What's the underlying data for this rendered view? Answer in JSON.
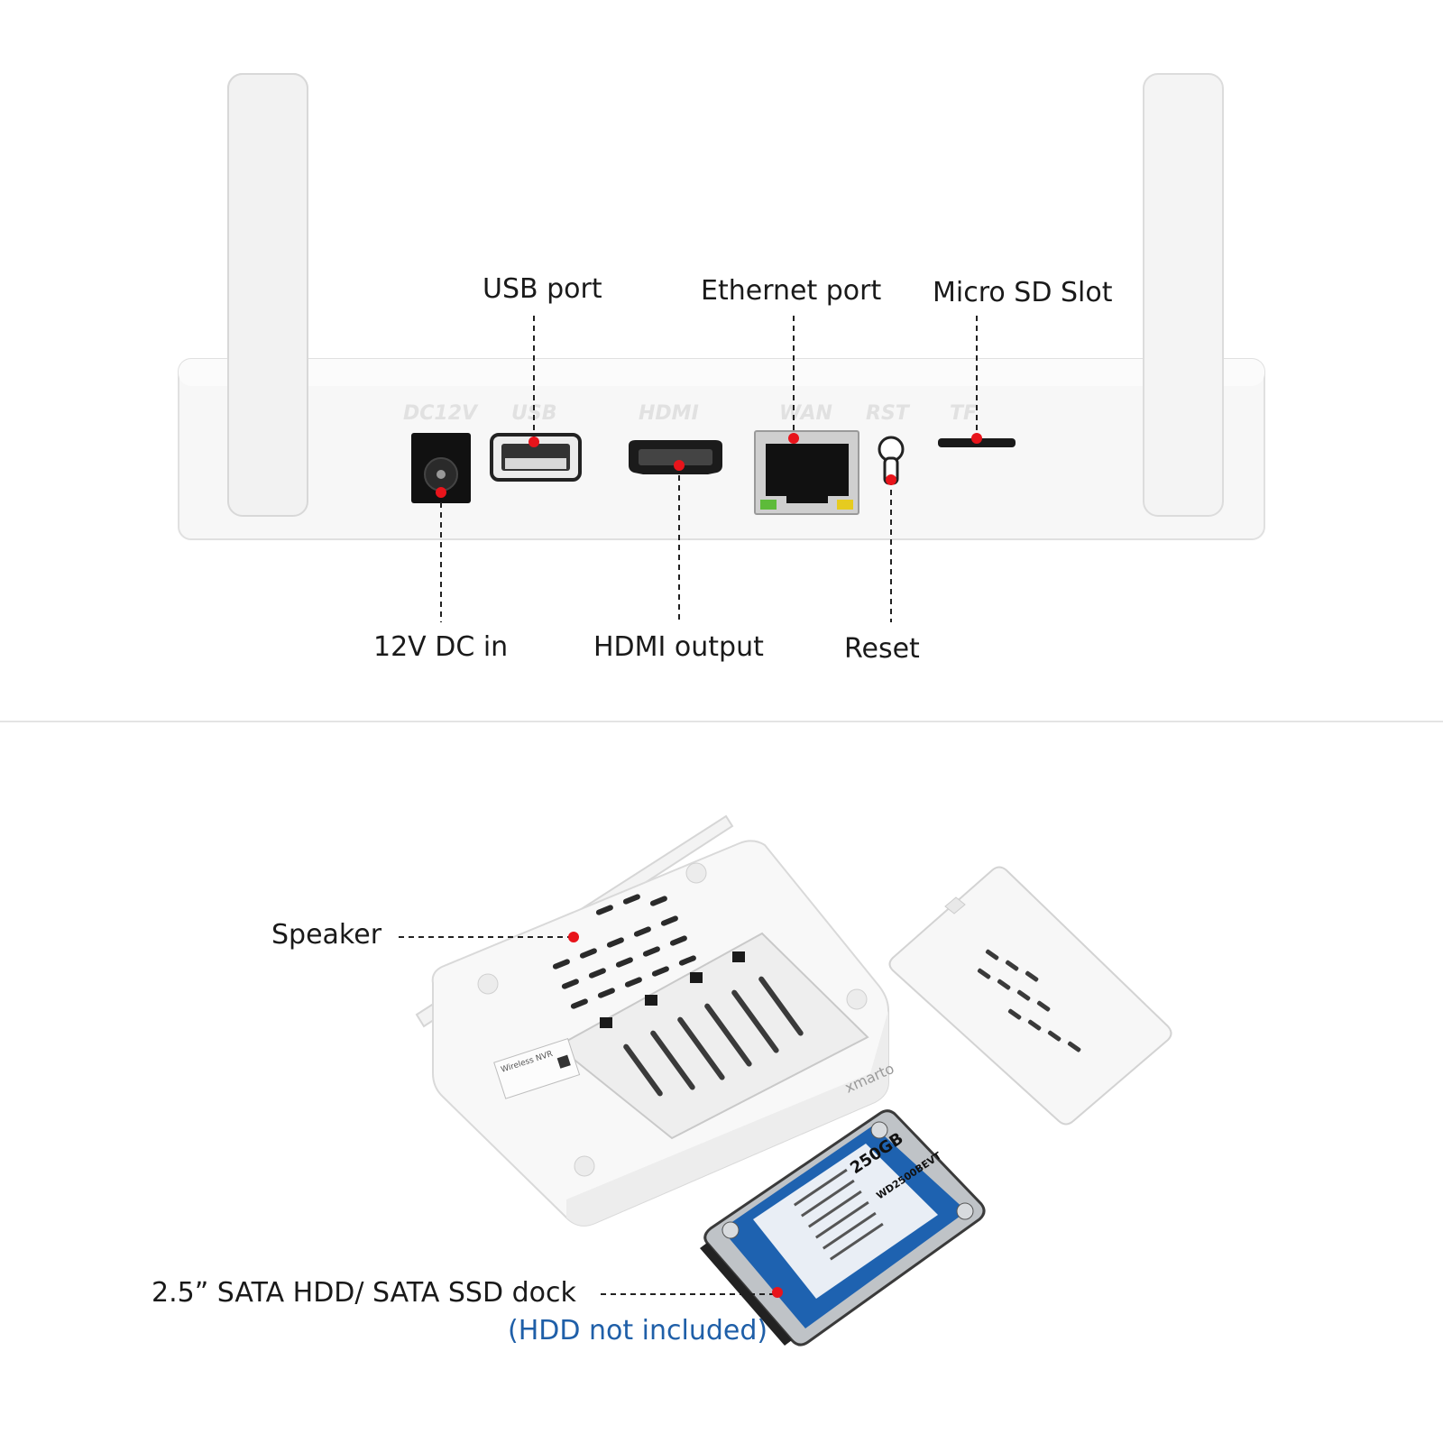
{
  "callouts": {
    "usb": "USB port",
    "ethernet": "Ethernet port",
    "microsd": "Micro SD Slot",
    "dc": "12V DC in",
    "hdmi": "HDMI output",
    "reset": "Reset",
    "speaker": "Speaker",
    "hdd_dock": "2.5”   SATA HDD/ SATA SSD dock",
    "hdd_note": "(HDD not included)"
  },
  "panel_markings": {
    "dc": "DC12V",
    "usb": "USB",
    "hdmi": "HDMI",
    "wan": "WAN",
    "rst": "RST",
    "tf": "TF"
  },
  "device_labels": {
    "brand": "xmarto",
    "sticker_title": "Wireless NVR",
    "hdd_capacity": "250GB",
    "hdd_model": "WD2500BEVT"
  },
  "colors": {
    "callout_dot": "#e8141b",
    "note_text": "#1f5fa8",
    "hdd_label": "#1e62b0"
  }
}
